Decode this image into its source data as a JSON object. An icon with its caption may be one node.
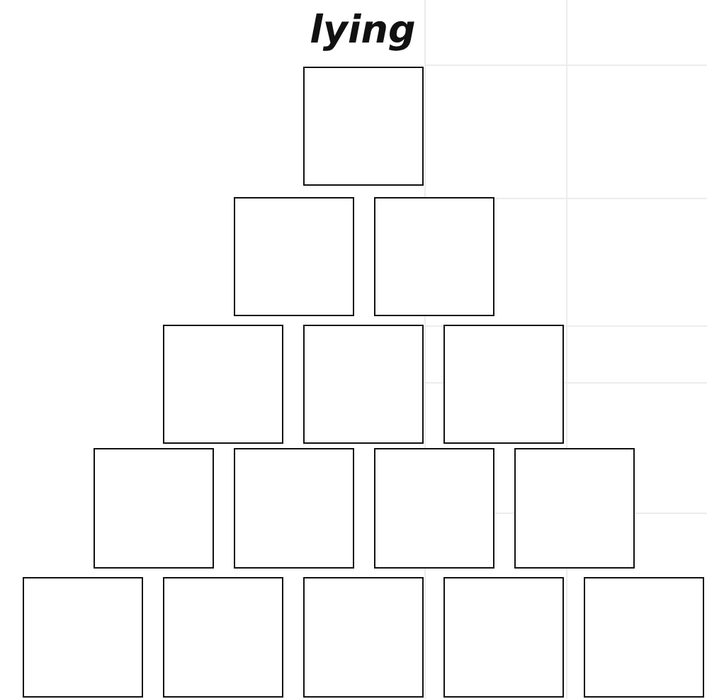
{
  "diagram": {
    "title": "lying",
    "nodes": [
      {
        "text": [],
        "shape": "box"
      },
      {
        "text": [],
        "shape": "box"
      },
      {
        "text": [],
        "shape": "box"
      },
      {
        "text": [],
        "shape": "box"
      },
      {
        "text": [],
        "shape": "box"
      },
      {
        "text": [],
        "shape": "box"
      },
      {
        "text": [],
        "shape": "box"
      },
      {
        "text": [],
        "shape": "box"
      },
      {
        "text": [],
        "shape": "box"
      },
      {
        "text": [],
        "shape": "box"
      },
      {
        "text": [],
        "shape": "box"
      },
      {
        "text": [],
        "shape": "box"
      },
      {
        "text": [],
        "shape": "box"
      },
      {
        "text": [],
        "shape": "box"
      },
      {
        "text": [],
        "shape": "box"
      }
    ]
  }
}
